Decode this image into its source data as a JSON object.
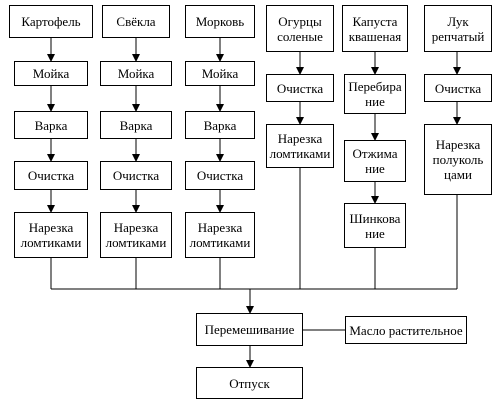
{
  "columns": [
    {
      "head": "Картофель",
      "steps": [
        "Мойка",
        "Варка",
        "Очистка",
        "Нарезка\nломтиками"
      ]
    },
    {
      "head": "Свёкла",
      "steps": [
        "Мойка",
        "Варка",
        "Очистка",
        "Нарезка\nломтиками"
      ]
    },
    {
      "head": "Морковь",
      "steps": [
        "Мойка",
        "Варка",
        "Очистка",
        "Нарезка\nломтиками"
      ]
    },
    {
      "head": "Огурцы\nсоленые",
      "steps": [
        "Очистка",
        "Нарезка\nломтиками"
      ]
    },
    {
      "head": "Капуста\nквашеная",
      "steps": [
        "Перебира\nние",
        "Отжима\nние",
        "Шинкова\nние"
      ]
    },
    {
      "head": "Лук\nрепчатый",
      "steps": [
        "Очистка",
        "Нарезка\nполуколь\nцами"
      ]
    }
  ],
  "mixing": "Перемешивание",
  "oil": "Масло растительное",
  "release": "Отпуск"
}
